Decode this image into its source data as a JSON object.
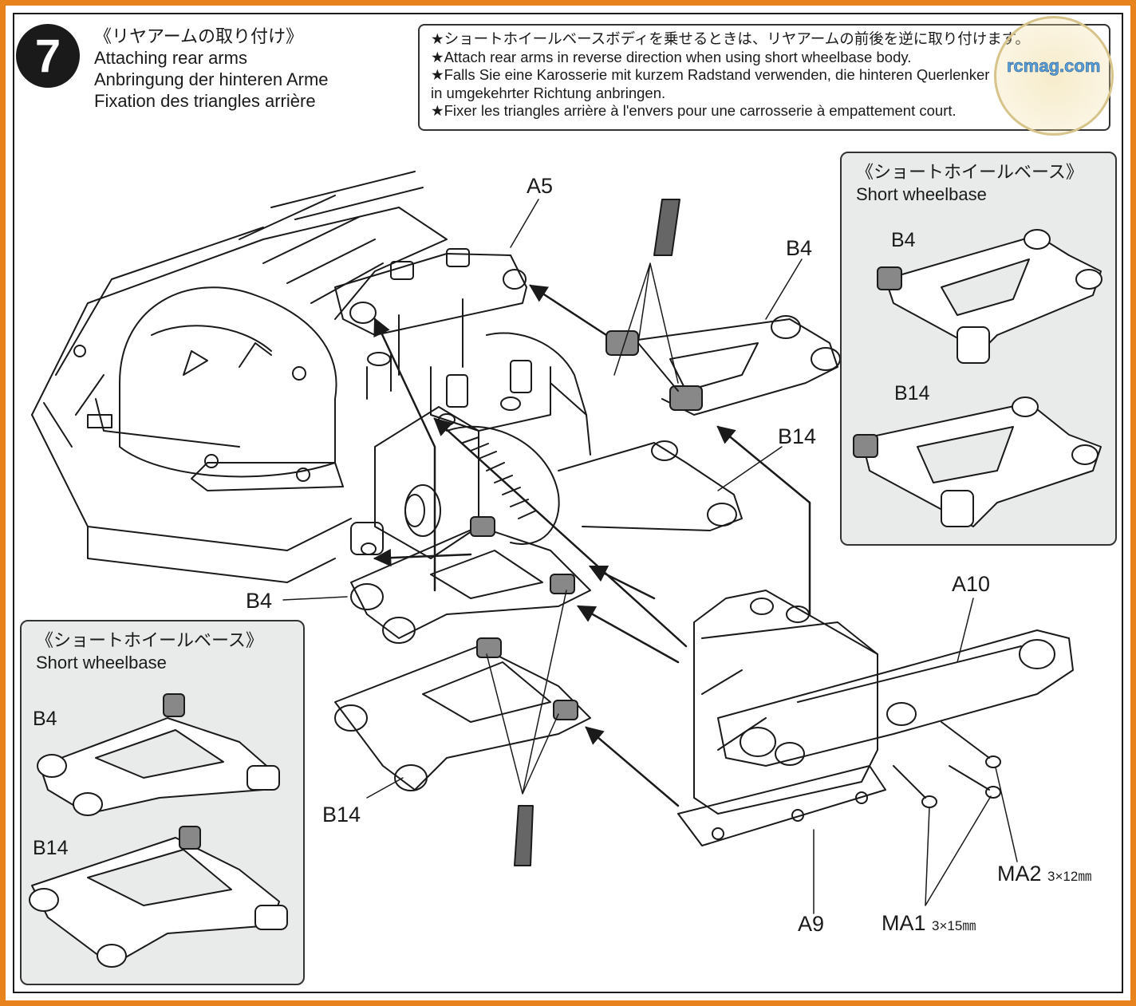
{
  "step": {
    "number": "7",
    "title_jp": "《リヤアームの取り付け》",
    "title_en": "Attaching rear arms",
    "title_de": "Anbringung der hinteren Arme",
    "title_fr": "Fixation des triangles arrière"
  },
  "note": {
    "lines": [
      "★ショートホイールベースボディを乗せるときは、リヤアームの前後を逆に取り付けます。",
      "★Attach rear arms in reverse direction when using short wheelbase body.",
      "★Falls Sie eine Karosserie mit kurzem Radstand verwenden, die hinteren Querlenker",
      "in umgekehrter Richtung anbringen.",
      "★Fixer les triangles arrière à l'envers pour une carrosserie à empattement court."
    ]
  },
  "insets": {
    "right": {
      "title_jp": "《ショートホイールベース》",
      "title_en": "Short wheelbase",
      "part1": "B4",
      "part2": "B14"
    },
    "left": {
      "title_jp": "《ショートホイールベース》",
      "title_en": "Short wheelbase",
      "part1": "B4",
      "part2": "B14"
    }
  },
  "parts": {
    "a5": "A5",
    "b4_top": "B4",
    "b14_mid": "B14",
    "b4_left": "B4",
    "b14_bottom": "B14",
    "a10": "A10",
    "a9": "A9",
    "ma1": "MA1",
    "ma1_size": "3×15㎜",
    "ma2": "MA2",
    "ma2_size": "3×12㎜"
  },
  "watermark": {
    "text": "rcmag.com"
  },
  "colors": {
    "border": "#e8821c",
    "ink": "#1a1a1a",
    "inset_bg": "#e9eaea",
    "grease": "#666666"
  }
}
